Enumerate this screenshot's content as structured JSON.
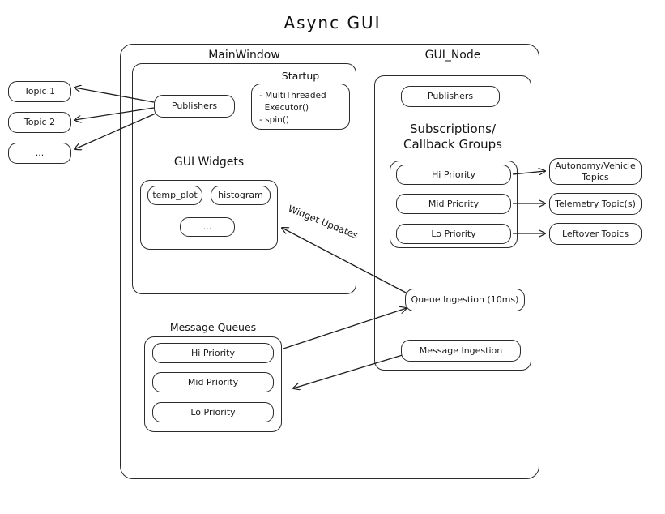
{
  "title": "Async  GUI",
  "topics_left": [
    {
      "label": "Topic 1"
    },
    {
      "label": "Topic 2"
    },
    {
      "label": "..."
    }
  ],
  "main_window": {
    "caption": "MainWindow",
    "publishers": "Publishers",
    "startup": {
      "caption": "Startup",
      "items": [
        "- MultiThreaded",
        "  Executor()",
        "- spin()"
      ]
    },
    "gui_widgets": {
      "caption": "GUI Widgets",
      "widgets": [
        {
          "label": "temp_plot"
        },
        {
          "label": "histogram"
        },
        {
          "label": "..."
        }
      ]
    }
  },
  "message_queues": {
    "caption": "Message Queues",
    "queues": [
      {
        "label": "Hi Priority"
      },
      {
        "label": "Mid Priority"
      },
      {
        "label": "Lo Priority"
      }
    ]
  },
  "gui_node": {
    "caption": "GUI_Node",
    "publishers": "Publishers",
    "subscriptions": {
      "caption": "Subscriptions/\nCallback Groups",
      "groups": [
        {
          "label": "Hi Priority"
        },
        {
          "label": "Mid Priority"
        },
        {
          "label": "Lo Priority"
        }
      ]
    },
    "queue_ingestion": "Queue Ingestion (10ms)",
    "message_ingestion": "Message Ingestion"
  },
  "topics_right": [
    {
      "label": "Autonomy/Vehicle\nTopics"
    },
    {
      "label": "Telemetry Topic(s)"
    },
    {
      "label": "Leftover Topics"
    }
  ],
  "edge_labels": {
    "widget_updates": "Widget Updates"
  },
  "colors": {
    "stroke": "#2b2b2b",
    "background": "#ffffff",
    "text": "#1a1a1a"
  }
}
